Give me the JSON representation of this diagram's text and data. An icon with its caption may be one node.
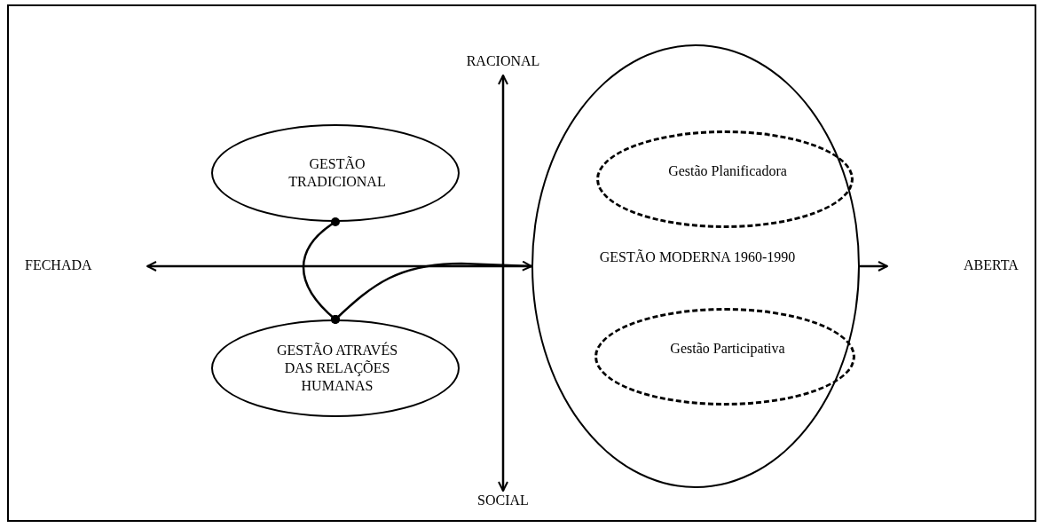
{
  "diagram": {
    "nodes": [
      {
        "text": [
          "GESTÃO TRADICIONAL"
        ]
      },
      {
        "text": [
          "GESTÃO ATRAVÉS DAS RELAÇÕES HUMANAS"
        ]
      },
      {
        "text": [
          "GESTÃO MODERNA 1960-1990"
        ]
      },
      {
        "text": [
          "Gestão Planificadora"
        ],
        "in": 2
      },
      {
        "text": [
          "Gestão Participativa"
        ],
        "in": 2
      }
    ],
    "edges": [
      {
        "from": 0,
        "to": 1,
        "arrow": "other"
      },
      {
        "from": 1,
        "to": 2,
        "arrow": "to"
      }
    ],
    "labels": [
      "RACIONAL",
      "FECHADA",
      "ABERTA",
      "SOCIAL"
    ]
  }
}
